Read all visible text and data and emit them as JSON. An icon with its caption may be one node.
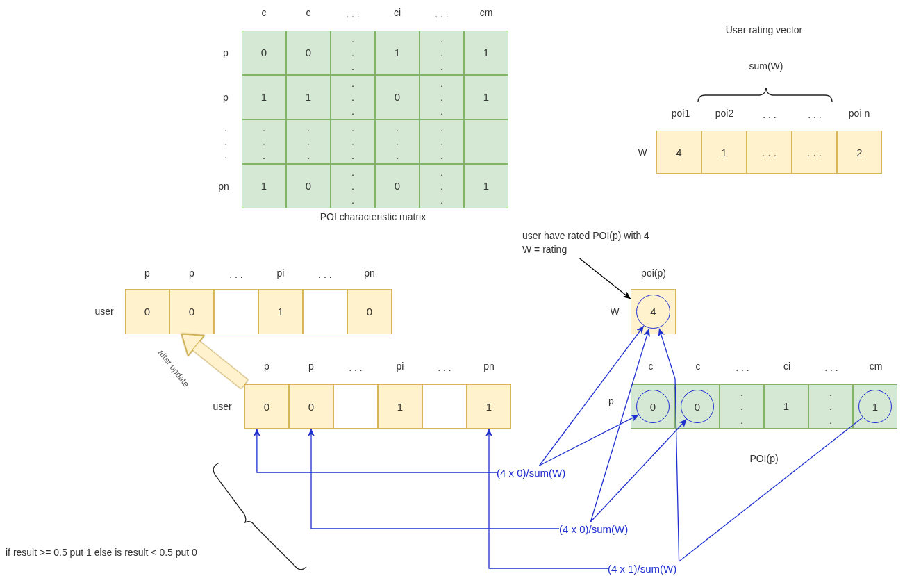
{
  "diagram": {
    "nodes": [
      {
        "text": [
          "0"
        ]
      },
      {
        "text": [
          "0"
        ]
      },
      {
        "text": [
          ". . ."
        ]
      },
      {
        "text": [
          "1"
        ]
      },
      {
        "text": [
          ". . ."
        ]
      },
      {
        "text": [
          "1"
        ]
      },
      {
        "text": [
          "1"
        ]
      },
      {
        "text": [
          "1"
        ]
      },
      {
        "text": [
          ". . ."
        ]
      },
      {
        "text": [
          "0"
        ]
      },
      {
        "text": [
          ". . ."
        ]
      },
      {
        "text": [
          "1"
        ]
      },
      {
        "text": [
          ". . ."
        ]
      },
      {
        "text": [
          ". . ."
        ]
      },
      {
        "text": [
          ". . ."
        ]
      },
      {
        "text": [
          ". . ."
        ]
      },
      {
        "text": [
          ". . ."
        ]
      },
      {
        "text": [],
        "shape": "box"
      },
      {
        "text": [
          "1"
        ]
      },
      {
        "text": [
          "0"
        ]
      },
      {
        "text": [
          ". . ."
        ]
      },
      {
        "text": [
          "0"
        ]
      },
      {
        "text": [
          ". . ."
        ]
      },
      {
        "text": [
          "1"
        ]
      },
      {
        "text": [
          "4"
        ]
      },
      {
        "text": [
          "1"
        ]
      },
      {
        "text": [
          ". . ."
        ]
      },
      {
        "text": [
          ". . ."
        ]
      },
      {
        "text": [
          "2"
        ]
      },
      {
        "text": [
          "0"
        ]
      },
      {
        "text": [
          "0"
        ]
      },
      {
        "text": [],
        "shape": "box"
      },
      {
        "text": [
          "1"
        ]
      },
      {
        "text": [],
        "shape": "box"
      },
      {
        "text": [
          "0"
        ]
      },
      {
        "text": [
          "user have rated POI(p) with 4 W = rating"
        ]
      },
      {
        "text": [],
        "shape": "box"
      },
      {
        "text": [
          "4"
        ],
        "in": 36
      },
      {
        "text": [
          "0"
        ]
      },
      {
        "text": [
          "0"
        ]
      },
      {
        "text": [],
        "shape": "box"
      },
      {
        "text": [
          "1"
        ]
      },
      {
        "text": [],
        "shape": "box"
      },
      {
        "text": [
          "1"
        ]
      },
      {
        "text": [],
        "shape": "box"
      },
      {
        "text": [
          "0"
        ],
        "in": 44
      },
      {
        "text": [],
        "shape": "box"
      },
      {
        "text": [
          "0"
        ],
        "in": 46
      },
      {
        "text": [
          ". . ."
        ]
      },
      {
        "text": [
          "1"
        ]
      },
      {
        "text": [
          ". . ."
        ]
      },
      {
        "text": [],
        "shape": "box"
      },
      {
        "text": [
          "1"
        ],
        "in": 51
      },
      {
        "text": [
          "(4 x 0)/sum(W)"
        ]
      },
      {
        "text": [
          "(4 x 0)/sum(W)"
        ]
      },
      {
        "text": [
          "(4 x 1)/sum(W)"
        ]
      }
    ],
    "edges": [
      {
        "from": 35,
        "to": 36,
        "arrow": "to",
        "color": "#000000"
      },
      {
        "from": 38,
        "to": 30,
        "arrow": "to",
        "label": "after update",
        "style": "thick",
        "color": "#fff2cc"
      },
      {
        "from": 53,
        "to": 37,
        "arrow": "to"
      },
      {
        "from": 53,
        "to": 45,
        "arrow": "to"
      },
      {
        "from": 53,
        "to": 38,
        "arrow": "to"
      },
      {
        "from": 54,
        "to": 37,
        "arrow": "to"
      },
      {
        "from": 54,
        "to": 47,
        "arrow": "to"
      },
      {
        "from": 54,
        "to": 39,
        "arrow": "to"
      },
      {
        "from": 55,
        "to": 37,
        "arrow": "to"
      },
      {
        "from": 55,
        "to": 52,
        "arrow": "none"
      },
      {
        "from": 55,
        "to": 43,
        "arrow": "to"
      }
    ],
    "labels": [
      "c",
      "c",
      ". . .",
      "ci",
      ". . .",
      "cm",
      "p",
      "p",
      ". . .",
      "pn",
      "POI characteristic matrix",
      "User rating vector",
      "sum(W)",
      "poi1",
      "poi2",
      ". . .",
      ". . .",
      "poi n",
      "W",
      "p",
      "p",
      ". . .",
      "pi",
      ". . .",
      "pn",
      "user",
      "poi(p)",
      "W",
      "p",
      "p",
      ". . .",
      "pi",
      ". . .",
      "pn",
      "user",
      "c",
      "c",
      ". . .",
      "ci",
      ". . .",
      "cm",
      "p",
      "POI(p)",
      "if result >= 0.5 put 1 else is result < 0.5 put 0"
    ]
  }
}
